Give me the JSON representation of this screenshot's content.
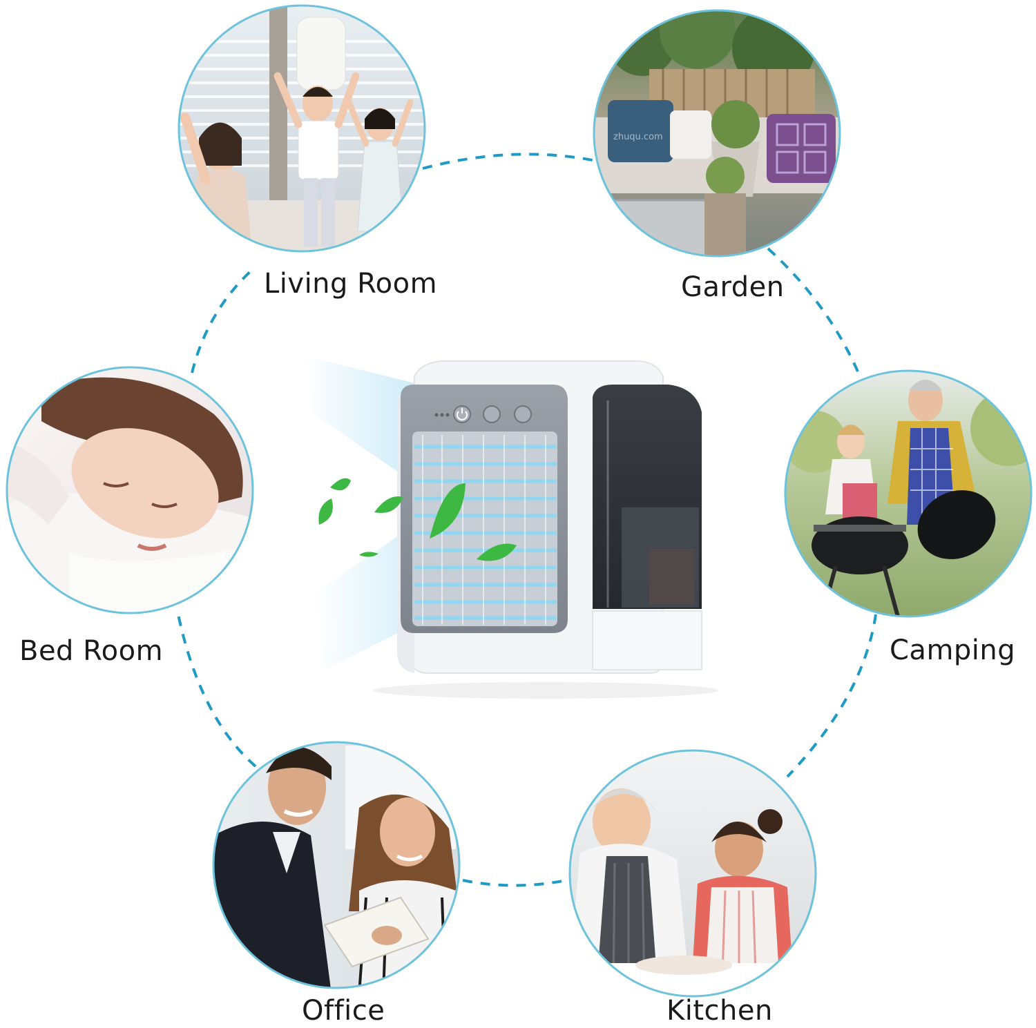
{
  "scenes": [
    {
      "key": "living",
      "label": "Living Room",
      "icon": "family-pillow-fight-photo"
    },
    {
      "key": "garden",
      "label": "Garden",
      "icon": "patio-garden-photo"
    },
    {
      "key": "bed",
      "label": "Bed Room",
      "icon": "sleeping-woman-photo"
    },
    {
      "key": "camping",
      "label": "Camping",
      "icon": "barbecue-grill-photo"
    },
    {
      "key": "office",
      "label": "Office",
      "icon": "office-colleagues-photo"
    },
    {
      "key": "kitchen",
      "label": "Kitchen",
      "icon": "kitchen-baking-photo"
    }
  ],
  "watermark": "zhuqu.com",
  "colors": {
    "ring_dash": "#1e9bc4",
    "circle_border": "#6ec3dc",
    "device_body": "#f4f5f7",
    "device_panel": "#8d949c",
    "tank": "#2c2f34",
    "louver_glow": "#8fd6f2",
    "leaf": "#3cb843"
  }
}
